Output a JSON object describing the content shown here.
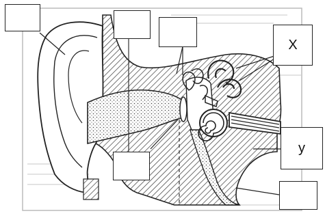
{
  "diagram": {
    "subject": "human-ear-cross-section",
    "labels": {
      "box_1": "",
      "box_2": "",
      "box_3": "",
      "box_x": "X",
      "box_y": "y",
      "box_6": "",
      "box_7": ""
    },
    "colors": {
      "outline": "#222222",
      "hatch": "#3a3a3a",
      "background": "#ffffff"
    }
  }
}
